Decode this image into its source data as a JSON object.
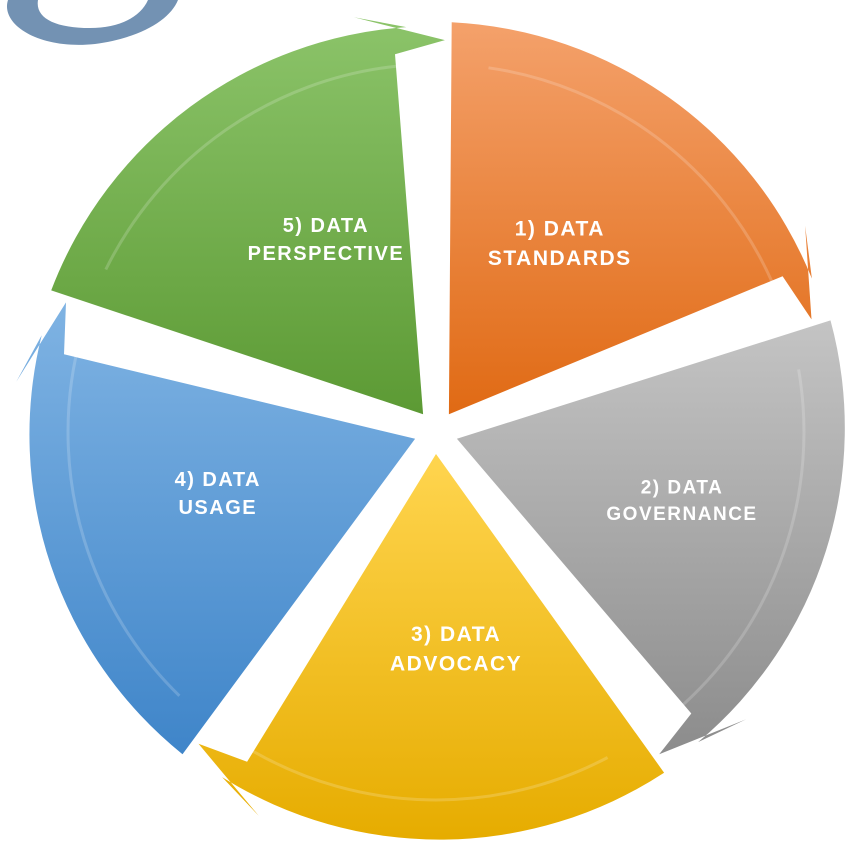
{
  "diagram": {
    "type": "cycle",
    "segments": [
      {
        "id": "standards",
        "line1": "1) DATA",
        "line2": "STANDARDS",
        "color": "#ED7D31",
        "color_light": "#F4A16B",
        "color_dark": "#E06A14"
      },
      {
        "id": "governance",
        "line1": "2) DATA",
        "line2": "GOVERNANCE",
        "color": "#A5A5A5",
        "color_light": "#C4C4C4",
        "color_dark": "#8C8C8C"
      },
      {
        "id": "advocacy",
        "line1": "3) DATA",
        "line2": "ADVOCACY",
        "color": "#FFC000",
        "color_light": "#FFD54F",
        "color_dark": "#E6AC00"
      },
      {
        "id": "usage",
        "line1": "4) DATA",
        "line2": "USAGE",
        "color": "#5B9BD5",
        "color_light": "#7FB3E3",
        "color_dark": "#3F85C9"
      },
      {
        "id": "perspective",
        "line1": "5) DATA",
        "line2": "PERSPECTIVE",
        "color": "#70AD47",
        "color_light": "#8CC46A",
        "color_dark": "#5C9A34"
      }
    ],
    "logo_color": "#5B7FA6"
  }
}
